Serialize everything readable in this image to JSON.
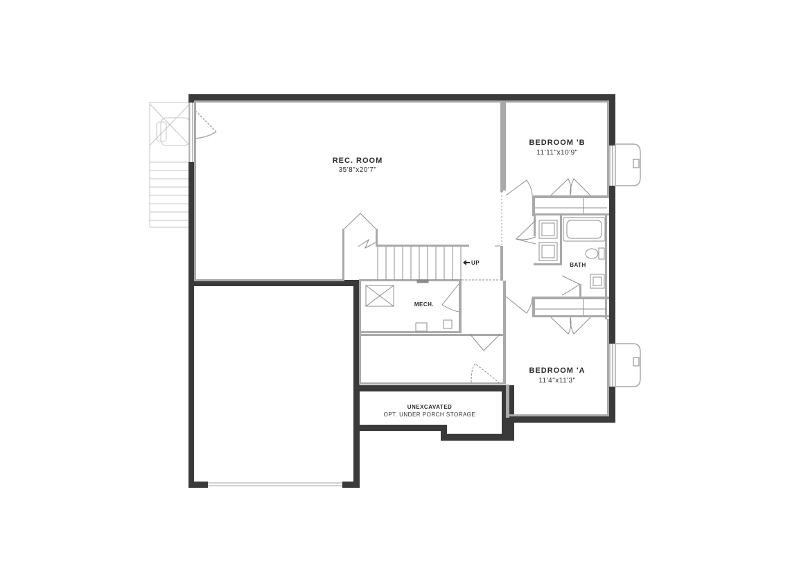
{
  "colors": {
    "exterior_wall": "#3a3a3a",
    "interior_wall": "#a9a9a9",
    "fixture_line": "#8c8c8c",
    "background": "#ffffff",
    "text": "#2b2b2b"
  },
  "rooms": {
    "rec_room": {
      "name": "REC. ROOM",
      "dims": "35'8\"x20'7\""
    },
    "bedroom_b": {
      "name": "BEDROOM 'B",
      "dims": "11'11\"x10'9\""
    },
    "bedroom_a": {
      "name": "BEDROOM 'A",
      "dims": "11'4\"x11'3\""
    },
    "bath": {
      "name": "BATH"
    },
    "mech": {
      "name": "MECH."
    },
    "unexcavated": {
      "name": "UNEXCAVATED",
      "note": "OPT. UNDER PORCH STORAGE"
    }
  },
  "stairs": {
    "label": "UP",
    "icon": "arrow-left-icon"
  }
}
